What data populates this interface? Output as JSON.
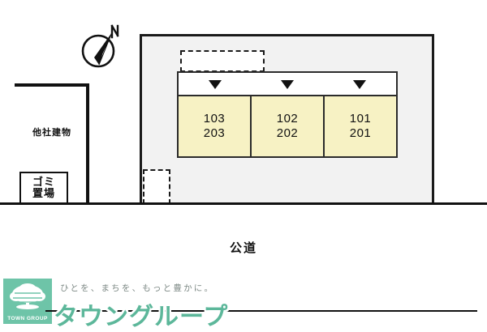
{
  "site_plan": {
    "lot": {
      "name": "subject-property-lot"
    },
    "compass": {
      "north_label": "N"
    },
    "annex_dashed": {
      "label": ""
    },
    "parking_dashed": {
      "label": ""
    },
    "building": {
      "units": [
        {
          "entrance_marker": "▼",
          "room_upper": "103",
          "room_lower": "203"
        },
        {
          "entrance_marker": "▼",
          "room_upper": "102",
          "room_lower": "202"
        },
        {
          "entrance_marker": "▼",
          "room_upper": "101",
          "room_lower": "201"
        }
      ]
    },
    "neighbor_building": {
      "label": "他社建物"
    },
    "garbage_area": {
      "line1": "ゴミ",
      "line2": "置場"
    },
    "road": {
      "label": "公道"
    }
  },
  "footer": {
    "logo_mark_text": "TOWN GROUP",
    "tagline": "ひとを、まちを、もっと豊かに。",
    "brand_name": "タウングループ"
  },
  "colors": {
    "lot_fill": "#f2f2f2",
    "unit_fill": "#f7f2c4",
    "outline": "#111111",
    "brand_green": "#5cb79a",
    "logo_green": "#6ec4a8"
  }
}
